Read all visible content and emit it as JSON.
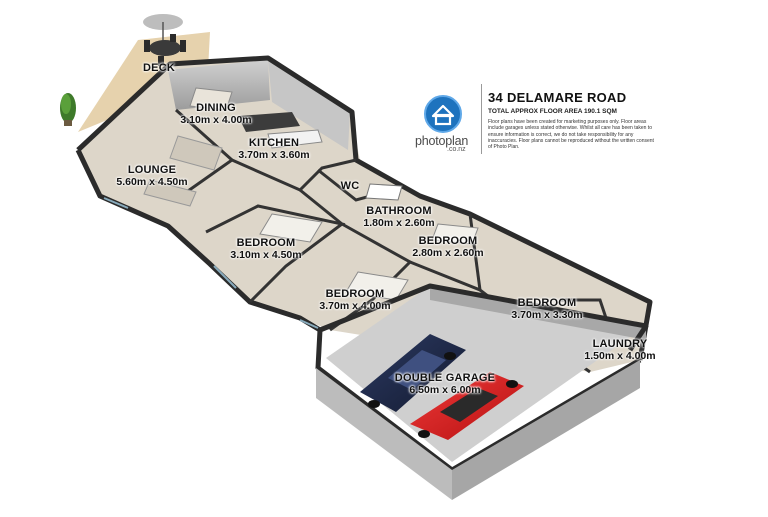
{
  "property": {
    "title": "34 DELAMARE ROAD",
    "subtitle": "TOTAL APPROX FLOOR AREA 190.1 SQM",
    "disclaimer": "Floor plans have been created for marketing purposes only. Floor areas include garages unless stated otherwise. Whilst all care has been taken to ensure information is correct, we do not take responsibility for any inaccuracies. Floor plans cannot be reproduced without the written consent of Photo Plan."
  },
  "brand": {
    "name": "photoplan",
    "domain": ".co.nz",
    "logo_icon": "house-icon",
    "accent": "#1e73be"
  },
  "rooms": {
    "deck": {
      "name": "DECK",
      "dims": ""
    },
    "dining": {
      "name": "DINING",
      "dims": "3.10m x 4.00m"
    },
    "kitchen": {
      "name": "KITCHEN",
      "dims": "3.70m x 3.60m"
    },
    "lounge": {
      "name": "LOUNGE",
      "dims": "5.60m x 4.50m"
    },
    "wc": {
      "name": "WC",
      "dims": ""
    },
    "bathroom": {
      "name": "BATHROOM",
      "dims": "1.80m x 2.60m"
    },
    "bedroom_1": {
      "name": "BEDROOM",
      "dims": "3.10m x 4.50m"
    },
    "bedroom_2": {
      "name": "BEDROOM",
      "dims": "2.80m x 2.60m"
    },
    "bedroom_3": {
      "name": "BEDROOM",
      "dims": "3.70m x 4.00m"
    },
    "bedroom_4": {
      "name": "BEDROOM",
      "dims": "3.70m x 3.30m"
    },
    "laundry": {
      "name": "LAUNDRY",
      "dims": "1.50m x 4.00m"
    },
    "garage": {
      "name": "DOUBLE GARAGE",
      "dims": "6.50m x 6.00m"
    }
  },
  "colors": {
    "floor": "#ddd6c9",
    "wall_top": "#2b2b2b",
    "wall_face": "#b9b9b9",
    "deck": "#e6d2ad",
    "garage_floor": "#cfcfcf",
    "car_red": "#d81c1c",
    "car_navy": "#1b2440"
  }
}
